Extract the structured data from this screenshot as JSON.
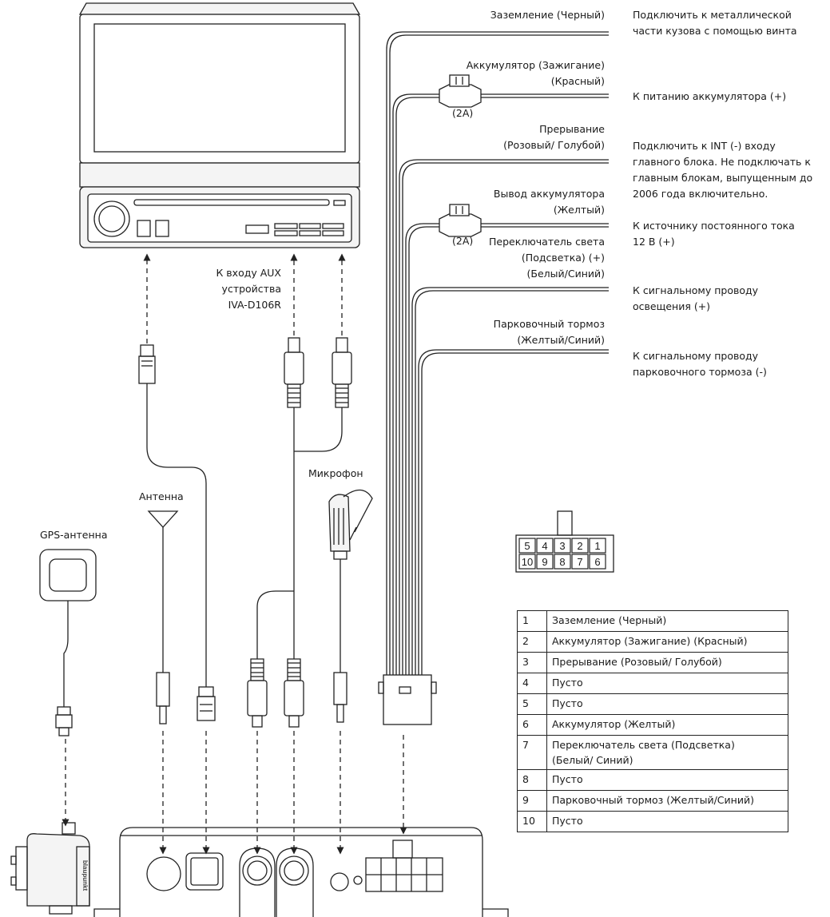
{
  "wires": [
    {
      "label": "Заземление (Черный)",
      "note_lines": [
        "Подключить к металлической",
        "части кузова с помощью винта"
      ]
    },
    {
      "label_lines": [
        "Аккумулятор (Зажигание)",
        "(Красный)"
      ],
      "fuse": "(2A)",
      "note_lines": [
        "К питанию аккумулятора (+)"
      ]
    },
    {
      "label_lines": [
        "Прерывание",
        "(Розовый/ Голубой)"
      ],
      "note_lines": [
        "Подключить к INT (-) входу",
        "главного блока. Не подключать к",
        "главным блокам, выпущенным до",
        "2006 года включительно."
      ]
    },
    {
      "label_lines": [
        "Вывод аккумулятора",
        "(Желтый)"
      ],
      "fuse": "(2A)",
      "note_lines": [
        "К источнику постоянного тока",
        "12 В (+)"
      ]
    },
    {
      "label_lines": [
        "Переключатель света",
        "(Подсветка) (+)",
        "(Белый/Синий)"
      ],
      "note_lines": [
        "К сигнальному проводу",
        "освещения (+)"
      ]
    },
    {
      "label_lines": [
        "Парковочный тормоз",
        "(Желтый/Синий)"
      ],
      "note_lines": [
        "К сигнальному проводу",
        "парковочного тормоза (-)"
      ]
    }
  ],
  "labels": {
    "aux_lines": [
      "К входу AUX",
      "устройства",
      "IVA-D106R"
    ],
    "microphone": "Микрофон",
    "antenna": "Антенна",
    "gps_antenna": "GPS-антенна",
    "module_brand": "blaupunkt"
  },
  "connector_pins": {
    "top_row": [
      "5",
      "4",
      "3",
      "2",
      "1"
    ],
    "bottom_row": [
      "10",
      "9",
      "8",
      "7",
      "6"
    ]
  },
  "pin_table": [
    {
      "num": "1",
      "desc": "Заземление (Черный)"
    },
    {
      "num": "2",
      "desc": "Аккумулятор (Зажигание) (Красный)"
    },
    {
      "num": "3",
      "desc": "Прерывание (Розовый/ Голубой)"
    },
    {
      "num": "4",
      "desc": "Пусто"
    },
    {
      "num": "5",
      "desc": "Пусто"
    },
    {
      "num": "6",
      "desc": "Аккумулятор (Желтый)"
    },
    {
      "num": "7",
      "desc_lines": [
        "Переключатель света (Подсветка)",
        "(Белый/ Синий)"
      ]
    },
    {
      "num": "8",
      "desc": "Пусто"
    },
    {
      "num": "9",
      "desc": "Парковочный тормоз (Желтый/Синий)"
    },
    {
      "num": "10",
      "desc": "Пусто"
    }
  ]
}
